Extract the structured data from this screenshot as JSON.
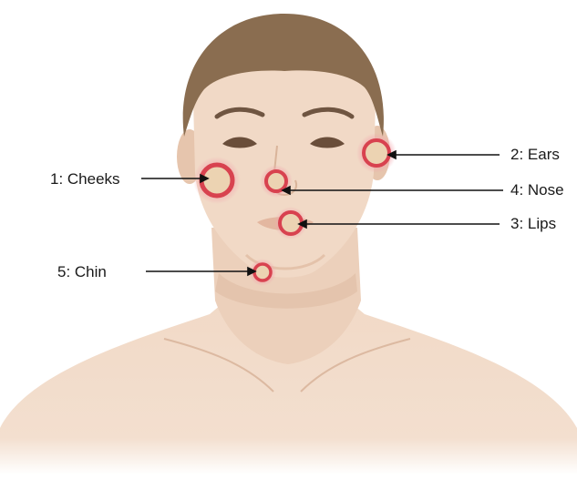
{
  "labels": {
    "cheeks": "1: Cheeks",
    "ears": "2: Ears",
    "lips": "3: Lips",
    "nose": "4: Nose",
    "chin": "5: Chin"
  },
  "colors": {
    "skin": "#f1d9c6",
    "skin_shadow": "#e2c0a8",
    "hair": "#8a6d50",
    "lesion_ring": "#d8424f",
    "lesion_halo": "#f2a6ad",
    "lesion_center": "#ecd3b2",
    "arrow": "#111111"
  },
  "icons": [
    "face-illustration",
    "lesion-marker",
    "arrow-pointer"
  ]
}
